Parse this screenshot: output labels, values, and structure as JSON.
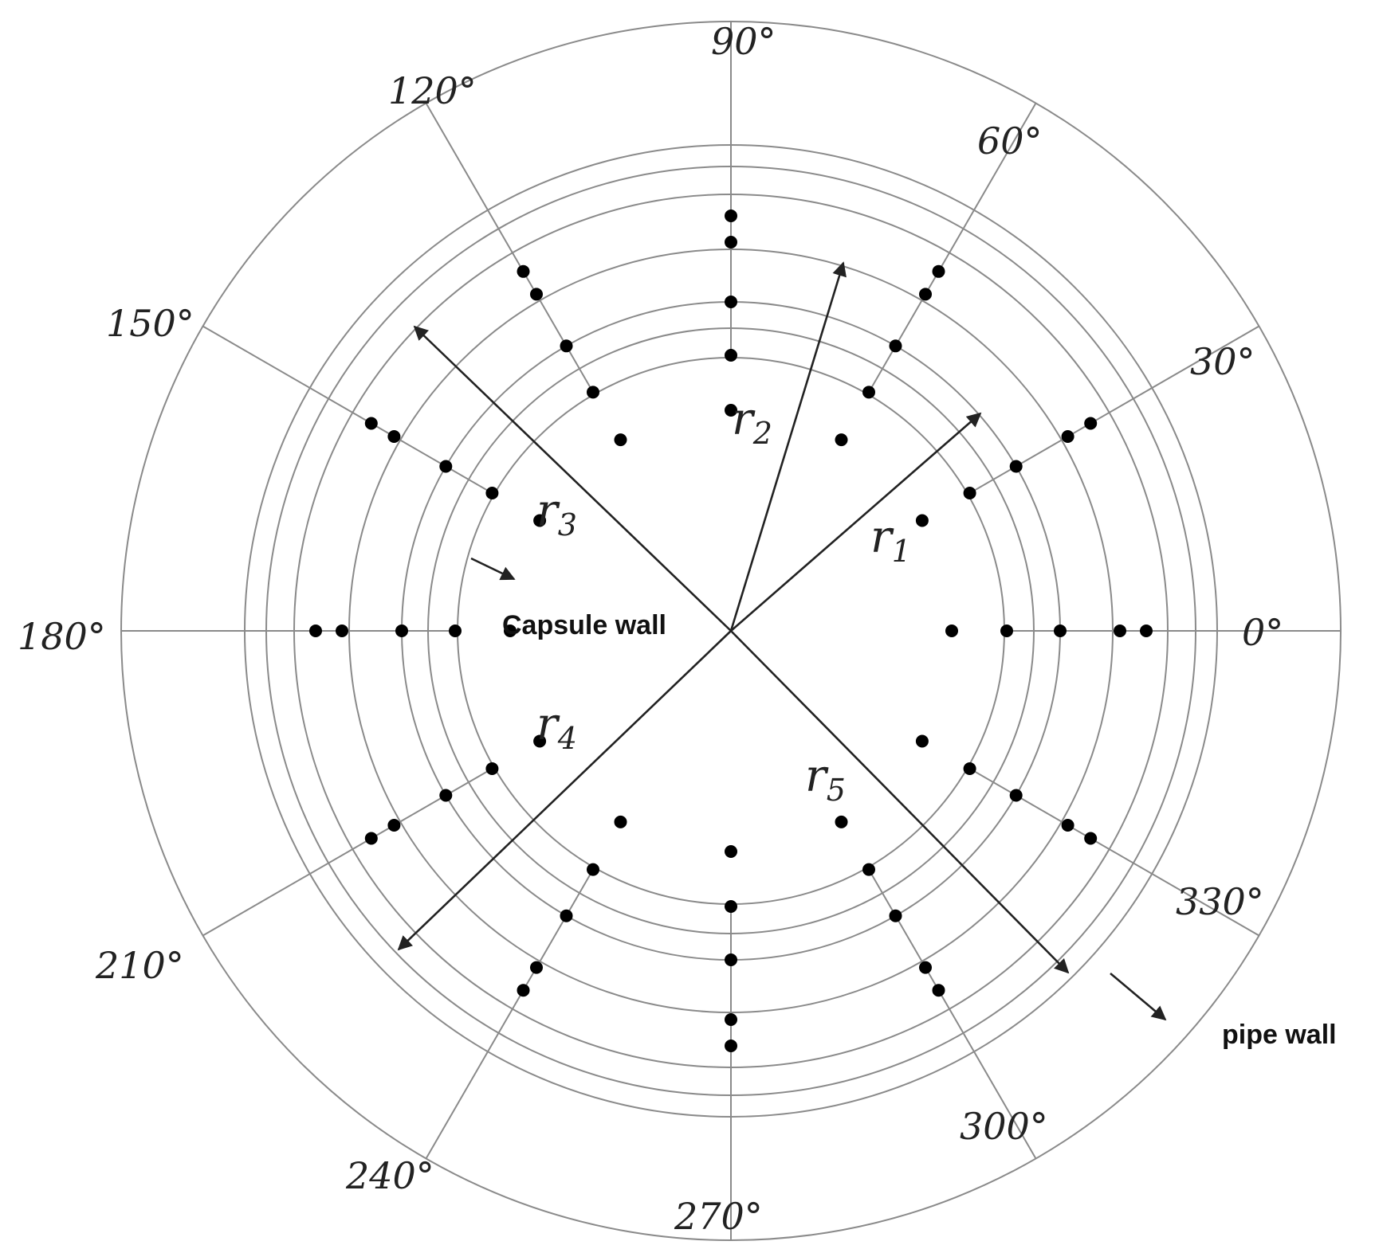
{
  "angles": [
    "0°",
    "30°",
    "60°",
    "90°",
    "120°",
    "150°",
    "180°",
    "210°",
    "240°",
    "270°",
    "300°",
    "330°"
  ],
  "radius_labels": [
    {
      "base": "r",
      "sub": "1"
    },
    {
      "base": "r",
      "sub": "2"
    },
    {
      "base": "r",
      "sub": "3"
    },
    {
      "base": "r",
      "sub": "4"
    },
    {
      "base": "r",
      "sub": "5"
    }
  ],
  "labels": {
    "capsule_wall": "Capsule wall",
    "pipe_wall": "pipe wall"
  },
  "colors": {
    "ring": "#8a8a8a",
    "point": "#000000",
    "vector": "#222222"
  }
}
